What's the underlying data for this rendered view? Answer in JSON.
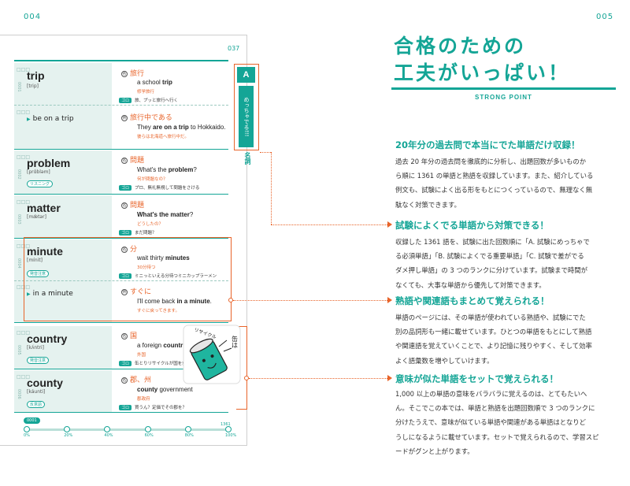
{
  "page_numbers": {
    "left": "004",
    "right": "005",
    "inner": "037"
  },
  "entries": [
    {
      "word": "trip",
      "pron": "[trip]",
      "num": "0001",
      "meaning": "旅行",
      "example": [
        "a school ",
        "trip"
      ],
      "translation": "修学旅行",
      "goro": "旅、プッと旅行へ行く",
      "sub": {
        "phrase": "be on a trip",
        "meaning": "旅行中である",
        "example": [
          "They ",
          "are on a trip",
          " to Hokkaido."
        ],
        "translation": "彼らは北海道へ旅行中だ。"
      }
    },
    {
      "word": "problem",
      "pron": "[prɑ́bləm]",
      "num": "0002",
      "meaning": "問題",
      "example": [
        "What's the ",
        "problem",
        "?"
      ],
      "translation": "何が問題なの？",
      "goro": "プロ、無礼無視して問題をさける",
      "tag": "リスニング"
    },
    {
      "word": "matter",
      "pron": "[mǽtər]",
      "num": "0003",
      "meaning": "問題",
      "example": [
        "What's the matter",
        "",
        "?"
      ],
      "translation": "どうしたの？",
      "goro": "まだ問題？"
    },
    {
      "word": "minute",
      "pron": "[mínit]",
      "num": "0004",
      "meaning": "分",
      "example": [
        "wait thirty ",
        "minutes",
        ""
      ],
      "translation": "30分待つ",
      "goro": "ミニっといえる分待つミニカップラーメン",
      "tag": "発音注意",
      "sub": {
        "phrase": "in a minute",
        "meaning": "すぐに",
        "example": [
          "I'll come back ",
          "in a minute",
          "."
        ],
        "translation": "すぐに戻ってきます。"
      }
    },
    {
      "word": "country",
      "pron": "[kʌ́ntri]",
      "num": "0005",
      "meaning": "国",
      "example": [
        "a foreign ",
        "country",
        ""
      ],
      "translation": "外国",
      "goro": "缶とりリサイクルが国を救う",
      "tag": "発音注意"
    },
    {
      "word": "county",
      "pron": "[káunti]",
      "num": "0006",
      "meaning": "郡、州",
      "example": [
        "",
        "county",
        " government"
      ],
      "translation": "郡政府",
      "goro": "買うん？定価でその郡を？",
      "tag": "反意語"
    }
  ],
  "side_tab": {
    "rank": "A",
    "label": "めっちゃでる!!!",
    "pos": "名詞"
  },
  "illustration_text": {
    "line1": "缶は",
    "line2": "リサイクル"
  },
  "progress": {
    "current": "0001",
    "total": "1361",
    "fraction": 0.0,
    "labels": [
      "0%",
      "20%",
      "40%",
      "60%",
      "80%",
      "100%"
    ]
  },
  "headline": {
    "line1": "合格のための",
    "line2": "工夫がいっぱい！",
    "sub": "STRONG POINT"
  },
  "points": [
    {
      "title": "20年分の過去問で本当にでた単語だけ収録！",
      "body": [
        "過去 20 年分の過去問を徹底的に分析し、出題回数が多いものか",
        "ら順に 1361 の単語と熟語を収録しています。また、紹介している",
        "例文も、試験によく出る形をもとにつくっているので、無理なく無",
        "駄なく対策できます。"
      ]
    },
    {
      "title": "試験によくでる単語から対策できる！",
      "body": [
        "収録した 1361 語を、試験に出た回数順に「A. 試験にめっちゃで",
        "る必須単語」「B. 試験によくでる重要単語」「C. 試験で差がでる",
        "ダメ押し単語」の 3 つのランクに分けています。試験まで時間が",
        "なくても、大事な単語から優先して対策できます。"
      ]
    },
    {
      "title": "熟語や関連語もまとめて覚えられる！",
      "body": [
        "単語のページには、その単語が使われている熟語や、試験にでた",
        "別の品詞形も一緒に載せています。ひとつの単語をもとにして熟語",
        "や関連語を覚えていくことで、より記憶に残りやすく、そして効率",
        "よく語彙数を増やしていけます。"
      ]
    },
    {
      "title": "意味が似た単語をセットで覚えられる！",
      "body": [
        "1,000 以上の単語の意味をバラバラに覚えるのは、とてもたいへ",
        "ん。そこでこの本では、単語と熟語を出題回数順で 3 つのランクに",
        "分けたうえで、意味が似ている単語や関連がある単語はとなりど",
        "うしになるように載せています。セットで覚えられるので、学習スピ",
        "ードがグンと上がります。"
      ]
    }
  ],
  "labels": {
    "goro": "ゴロ",
    "checks": "□□□",
    "mark_meaning": "名",
    "mark_phrase": "熟"
  },
  "colors": {
    "teal": "#14a596",
    "orange": "#e8642a",
    "light_teal": "#e5f2ef"
  }
}
